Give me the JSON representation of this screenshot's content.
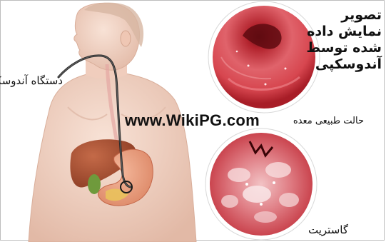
{
  "device_label": "دستگاه آندوسکپی",
  "caption": {
    "line1": "تصویر",
    "line2": "نمایش داده",
    "line3": "شده توسط",
    "line4": "آندوسکپی"
  },
  "watermark": "www.WikiPG.com",
  "normal_label": "حالت طبیعی معده",
  "gastritis_label": "گاستریت",
  "colors": {
    "skin": "#f3d6c6",
    "skin_shadow": "#dcb3a0",
    "liver": "#a04a2c",
    "stomach": "#e79a7c",
    "endoscope_view": "#d8474f",
    "tube": "#2b2b2b"
  },
  "icons": [
    "person-body-illustration",
    "endoscope-tube-icon",
    "endoscopy-view-normal-icon",
    "endoscopy-view-gastritis-icon"
  ]
}
